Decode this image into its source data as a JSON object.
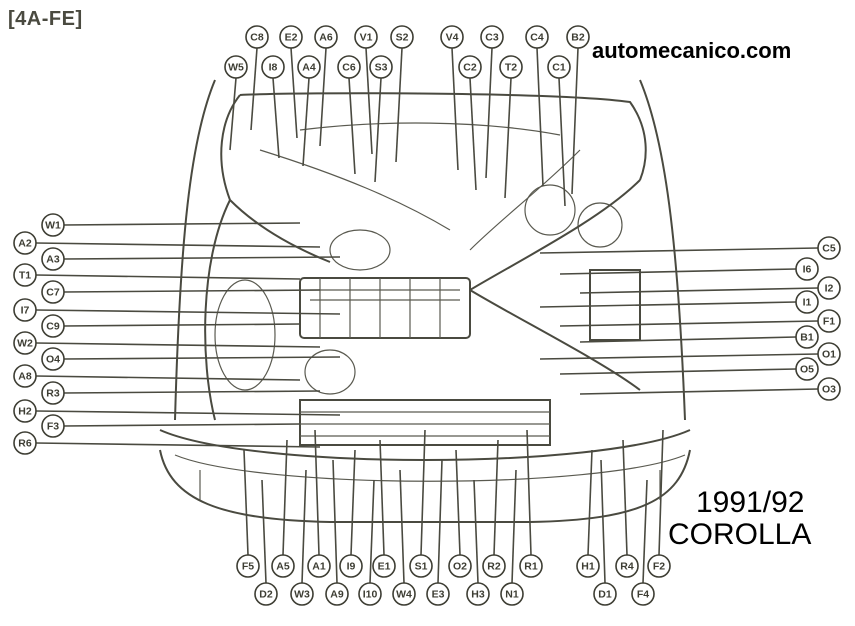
{
  "header": {
    "engine_tag": "[4A-FE]",
    "site": "automecanico.com"
  },
  "footer": {
    "year": "1991/92",
    "model": "COROLLA"
  },
  "connectors": {
    "top_row1": [
      "C8",
      "E2",
      "A6",
      "V1",
      "S2",
      "V4",
      "C3",
      "C4",
      "B2"
    ],
    "top_row2": [
      "W5",
      "I8",
      "A4",
      "C6",
      "S3",
      "C2",
      "T2",
      "C1"
    ],
    "left": [
      "W1",
      "A2",
      "A3",
      "T1",
      "C7",
      "I7",
      "C9",
      "W2",
      "O4",
      "A8",
      "R3",
      "H2",
      "F3",
      "R6"
    ],
    "right": [
      "C5",
      "I6",
      "I2",
      "I1",
      "F1",
      "B1",
      "O1",
      "O5",
      "O3"
    ],
    "bottom_row1": [
      "F5",
      "A5",
      "A1",
      "I9",
      "E1",
      "S1",
      "O2",
      "R2",
      "R1",
      "H1",
      "R4",
      "F2"
    ],
    "bottom_row2": [
      "D2",
      "W3",
      "A9",
      "I10",
      "W4",
      "E3",
      "H3",
      "N1",
      "D1",
      "F4"
    ]
  },
  "colors": {
    "ink": "#3d3d33",
    "background": "#ffffff"
  }
}
